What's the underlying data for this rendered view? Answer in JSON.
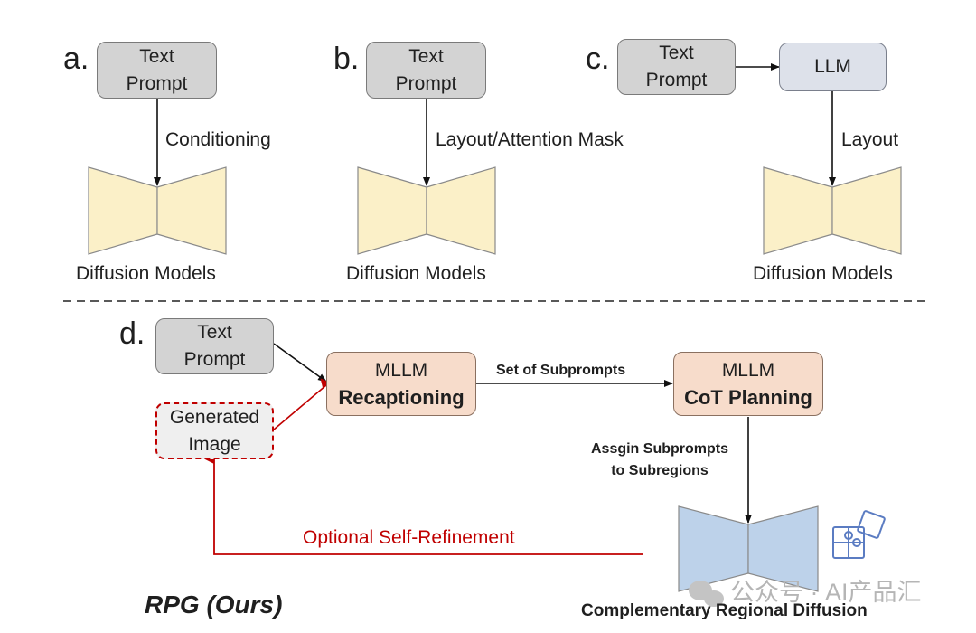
{
  "panels": {
    "a": {
      "letter": "a.",
      "box": {
        "line1": "Text",
        "line2": "Prompt"
      },
      "edge_label": "Conditioning",
      "caption": "Diffusion Models"
    },
    "b": {
      "letter": "b.",
      "box": {
        "line1": "Text",
        "line2": "Prompt"
      },
      "edge_label": "Layout/Attention Mask",
      "caption": "Diffusion Models"
    },
    "c": {
      "letter": "c.",
      "box": {
        "line1": "Text",
        "line2": "Prompt"
      },
      "llm": "LLM",
      "edge_label": "Layout",
      "caption": "Diffusion Models"
    },
    "d": {
      "letter": "d.",
      "text_prompt": {
        "line1": "Text",
        "line2": "Prompt"
      },
      "generated_image": {
        "line1": "Generated",
        "line2": "Image"
      },
      "mllm_recaption": {
        "line1": "MLLM",
        "line2": "Recaptioning"
      },
      "mllm_cot": {
        "line1": "MLLM",
        "line2": "CoT Planning"
      },
      "edge_subprompts": "Set of Subprompts",
      "edge_assign": {
        "line1": "Assgin Subprompts",
        "line2": "to Subregions"
      },
      "refinement_label": "Optional Self-Refinement",
      "caption_diffusion": "Complementary Regional Diffusion",
      "method_name": "RPG (Ours)"
    }
  },
  "watermark": "公众号 · AI产品汇",
  "colors": {
    "text_box": "#d3d3d3",
    "llm_box": "#dde1ea",
    "mllm_box": "#f7dccb",
    "diffusion_yellow": "#fbf0c8",
    "diffusion_blue": "#bdd2ea",
    "refinement_red": "#c00000"
  },
  "icons": [
    "puzzle-icon",
    "wechat-icon"
  ]
}
